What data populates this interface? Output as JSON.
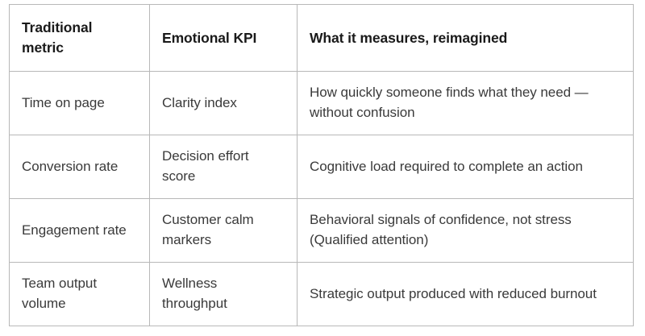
{
  "table": {
    "columns": [
      "Traditional metric",
      "Emotional KPI",
      "What it measures, reimagined"
    ],
    "rows": [
      {
        "metric": "Time on page",
        "kpi": "Clarity index",
        "measures": "How quickly someone finds what they need — without confusion"
      },
      {
        "metric": "Conversion rate",
        "kpi": "Decision effort score",
        "measures": "Cognitive load required to complete an action"
      },
      {
        "metric": "Engagement rate",
        "kpi": "Customer calm markers",
        "measures": "Behavioral signals of confidence, not stress (Qualified attention)"
      },
      {
        "metric": "Team output volume",
        "kpi": "Wellness throughput",
        "measures": "Strategic output produced with reduced burnout"
      }
    ]
  },
  "clipped_text": "",
  "colors": {
    "border": "#b8b8b8",
    "header_text": "#1a1a1a",
    "body_text": "#3a3a3a",
    "background": "#ffffff"
  }
}
